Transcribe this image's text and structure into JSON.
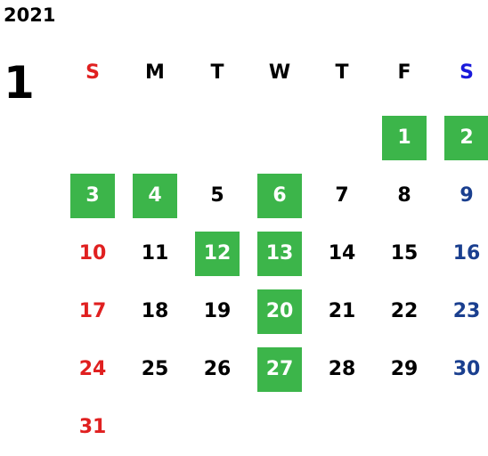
{
  "year": "2021",
  "month": "1",
  "colors": {
    "sunday": "#e02020",
    "saturday": "#1a3f8f",
    "saturday_header": "#1a1adb",
    "weekday": "#000000",
    "highlight_bg": "#3cb54a",
    "highlight_text": "#ffffff"
  },
  "weekdays": [
    "S",
    "M",
    "T",
    "W",
    "T",
    "F",
    "S"
  ],
  "weeks": [
    [
      {
        "day": "",
        "highlight": false
      },
      {
        "day": "",
        "highlight": false
      },
      {
        "day": "",
        "highlight": false
      },
      {
        "day": "",
        "highlight": false
      },
      {
        "day": "",
        "highlight": false
      },
      {
        "day": "1",
        "highlight": true
      },
      {
        "day": "2",
        "highlight": true
      }
    ],
    [
      {
        "day": "3",
        "highlight": true
      },
      {
        "day": "4",
        "highlight": true
      },
      {
        "day": "5",
        "highlight": false
      },
      {
        "day": "6",
        "highlight": true
      },
      {
        "day": "7",
        "highlight": false
      },
      {
        "day": "8",
        "highlight": false
      },
      {
        "day": "9",
        "highlight": false
      }
    ],
    [
      {
        "day": "10",
        "highlight": false
      },
      {
        "day": "11",
        "highlight": false
      },
      {
        "day": "12",
        "highlight": true
      },
      {
        "day": "13",
        "highlight": true
      },
      {
        "day": "14",
        "highlight": false
      },
      {
        "day": "15",
        "highlight": false
      },
      {
        "day": "16",
        "highlight": false
      }
    ],
    [
      {
        "day": "17",
        "highlight": false
      },
      {
        "day": "18",
        "highlight": false
      },
      {
        "day": "19",
        "highlight": false
      },
      {
        "day": "20",
        "highlight": true
      },
      {
        "day": "21",
        "highlight": false
      },
      {
        "day": "22",
        "highlight": false
      },
      {
        "day": "23",
        "highlight": false
      }
    ],
    [
      {
        "day": "24",
        "highlight": false
      },
      {
        "day": "25",
        "highlight": false
      },
      {
        "day": "26",
        "highlight": false
      },
      {
        "day": "27",
        "highlight": true
      },
      {
        "day": "28",
        "highlight": false
      },
      {
        "day": "29",
        "highlight": false
      },
      {
        "day": "30",
        "highlight": false
      }
    ],
    [
      {
        "day": "31",
        "highlight": false
      },
      {
        "day": "",
        "highlight": false
      },
      {
        "day": "",
        "highlight": false
      },
      {
        "day": "",
        "highlight": false
      },
      {
        "day": "",
        "highlight": false
      },
      {
        "day": "",
        "highlight": false
      },
      {
        "day": "",
        "highlight": false
      }
    ]
  ]
}
